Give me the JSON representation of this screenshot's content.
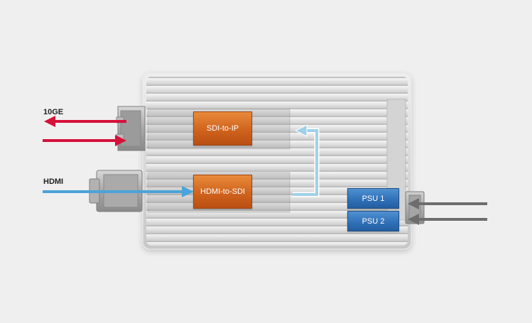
{
  "labels": {
    "ten_ge": "10GE",
    "hdmi": "HDMI"
  },
  "blocks": {
    "sdi_to_ip": "SDI-to-IP",
    "hdmi_to_sdi": "HDMI-to-SDI",
    "psu1": "PSU 1",
    "psu2": "PSU 2"
  },
  "colors": {
    "ip_arrow": "#d6113a",
    "hdmi_arrow": "#4aa3d9",
    "sdi_loop_arrow": "#9fd0ea",
    "power_arrow": "#6d6d6d",
    "block_orange": "#d66a22",
    "block_blue": "#2f6fb6",
    "background": "#efefef"
  }
}
